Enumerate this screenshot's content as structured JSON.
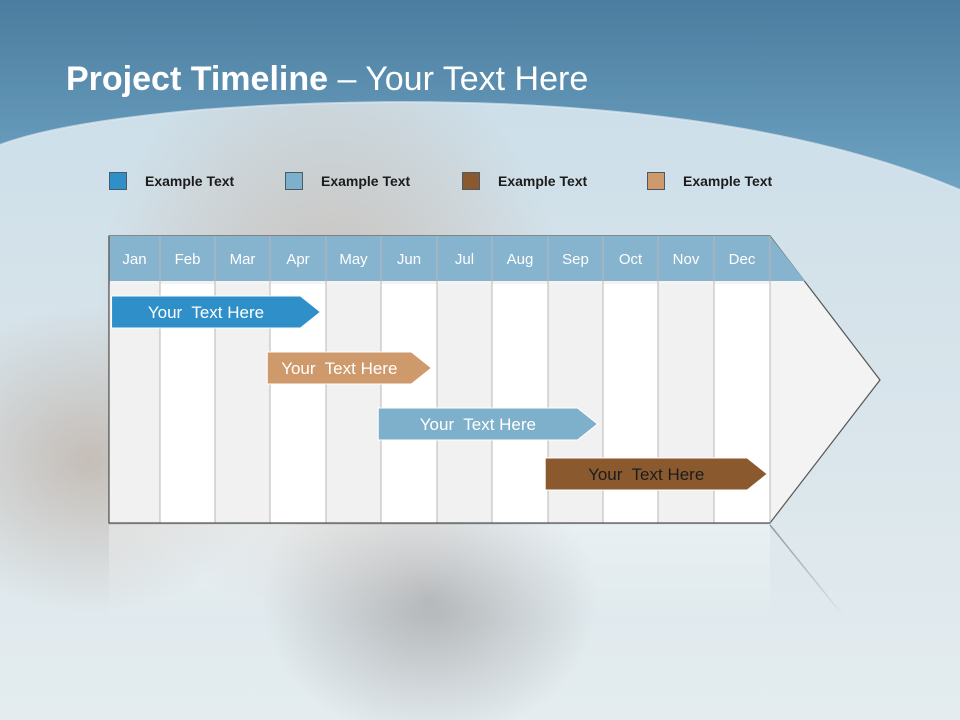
{
  "slide": {
    "title_bold": "Project Timeline",
    "title_rest": " – Your Text Here"
  },
  "legend": [
    {
      "label": "Example Text",
      "color": "#2f8fc8"
    },
    {
      "label": "Example Text",
      "color": "#7eb0cb"
    },
    {
      "label": "Example Text",
      "color": "#8a5a2e"
    },
    {
      "label": "Example Text",
      "color": "#cf9a6b"
    }
  ],
  "chart_data": {
    "type": "gantt",
    "months": [
      "Jan",
      "Feb",
      "Mar",
      "Apr",
      "May",
      "Jun",
      "Jul",
      "Aug",
      "Sep",
      "Oct",
      "Nov",
      "Dec"
    ],
    "tasks": [
      {
        "label": "Your  Text Here",
        "start_month": 0.05,
        "end_month": 3.9,
        "color": "#2f8fc8",
        "text_color": "#ffffff"
      },
      {
        "label": "Your  Text Here",
        "start_month": 2.95,
        "end_month": 5.9,
        "color": "#cf9a6b",
        "text_color": "#ffffff"
      },
      {
        "label": "Your  Text Here",
        "start_month": 4.95,
        "end_month": 8.9,
        "color": "#7eb0cb",
        "text_color": "#ffffff"
      },
      {
        "label": "Your  Text Here",
        "start_month": 7.95,
        "end_month": 11.95,
        "color": "#8a5a2e",
        "text_color": "#1c1c1c"
      }
    ]
  }
}
